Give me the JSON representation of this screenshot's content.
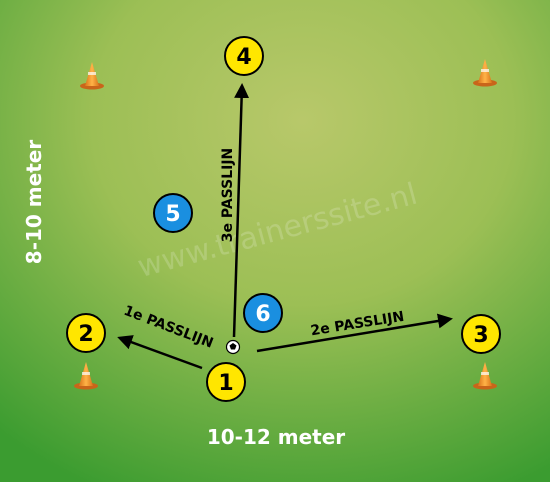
{
  "dimensions": {
    "width_label": "10-12 meter",
    "depth_label": "8-10 meter"
  },
  "players": [
    {
      "number": "1",
      "color": "#ffe600"
    },
    {
      "number": "2",
      "color": "#ffe600"
    },
    {
      "number": "3",
      "color": "#ffe600"
    },
    {
      "number": "4",
      "color": "#ffe600"
    },
    {
      "number": "5",
      "color": "#1a8fe0"
    },
    {
      "number": "6",
      "color": "#1a8fe0"
    }
  ],
  "pass_lines": {
    "first": "1e PASSLIJN",
    "second": "2e PASSLIJN",
    "third": "3e PASSLIJN"
  },
  "watermark": "www.trainerssite.nl",
  "colors": {
    "field_light": "#b3c765",
    "field_dark": "#3fa032",
    "cone": "#f39a1e"
  }
}
